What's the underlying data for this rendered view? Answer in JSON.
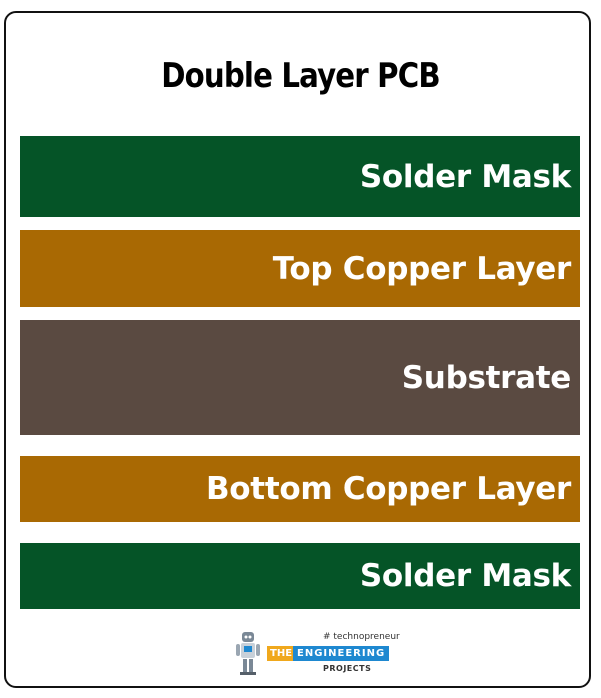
{
  "title": "Double Layer PCB",
  "layers": [
    {
      "label": "Solder Mask",
      "color": "#055427"
    },
    {
      "label": "Top Copper Layer",
      "color": "#a96903"
    },
    {
      "label": "Substrate",
      "color": "#5a4a41"
    },
    {
      "label": "Bottom Copper Layer",
      "color": "#a96903"
    },
    {
      "label": "Solder Mask",
      "color": "#055427"
    }
  ],
  "logo": {
    "tagline": "# technopreneur",
    "word_the": "THE",
    "word_engineering": "ENGINEERING",
    "word_projects": "PROJECTS",
    "icon": "robot-icon"
  }
}
